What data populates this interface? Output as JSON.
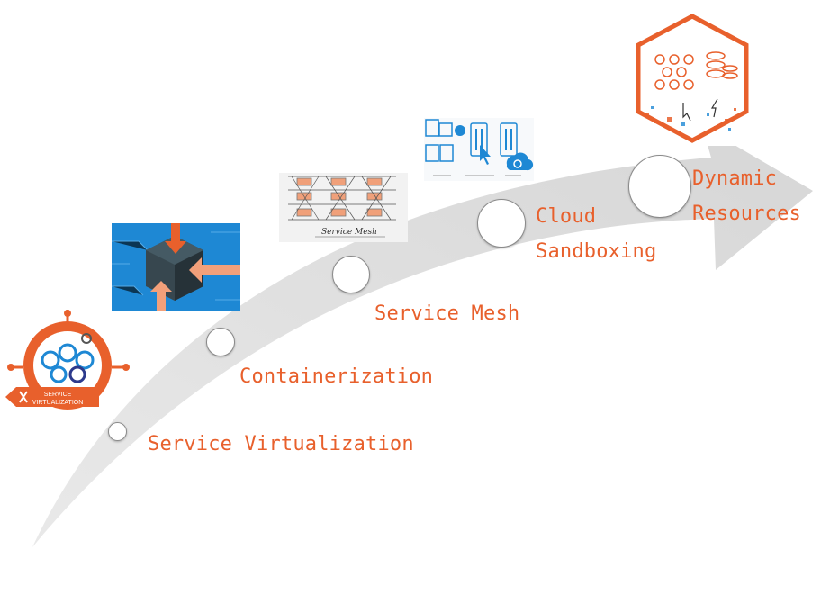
{
  "milestones": [
    {
      "label": "Service Virtualization",
      "icon": "service-virtualization-badge-icon"
    },
    {
      "label": "Containerization",
      "icon": "container-cube-icon"
    },
    {
      "label": "Service Mesh",
      "icon": "service-mesh-sketch-icon"
    },
    {
      "label": "Cloud Sandboxing",
      "icon": "cloud-sandbox-icon"
    },
    {
      "label": "Dynamic Resources",
      "icon": "dynamic-resources-hexagon-icon"
    }
  ],
  "label_lines": {
    "sv": "Service Virtualization",
    "cz": "Containerization",
    "sm": "Service Mesh",
    "cs1": "Cloud",
    "cs2": "Sandboxing",
    "dr1": "Dynamic",
    "dr2": "Resources"
  },
  "badge": {
    "line1": "SERVICE",
    "line2": "VIRTUALIZATION"
  },
  "mesh_caption": "Service Mesh",
  "colors": {
    "accent": "#e8602c",
    "arrow": "#dcdcdc",
    "blue": "#1e88d4",
    "dark": "#37474f"
  }
}
